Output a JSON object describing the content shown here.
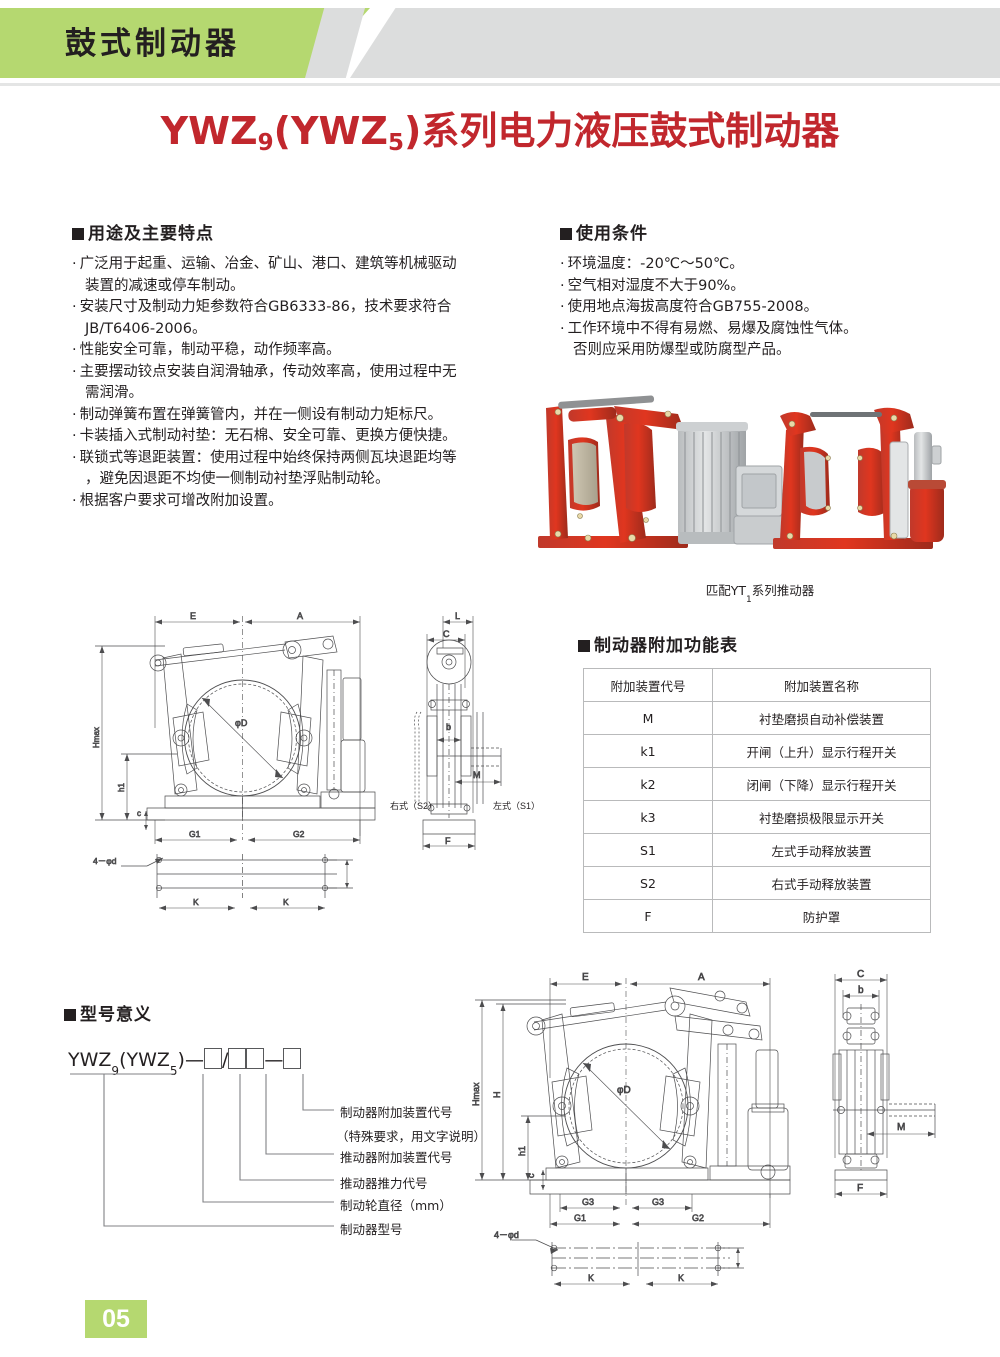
{
  "header": {
    "category_label": "鼓式制动器",
    "green_hex": "#b5d870",
    "gray_hex": "#dcdddd"
  },
  "main_title": {
    "part1": "YWZ",
    "sub1": "9",
    "part2": "(YWZ",
    "sub2": "5",
    "part3": ")系列电力液压鼓式制动器",
    "color_hex": "#c1272d"
  },
  "sections": {
    "features": {
      "heading": "用途及主要特点",
      "items": [
        "广泛用于起重、运输、冶金、矿山、港口、建筑等机械驱动",
        "装置的减速或停车制动。",
        "安装尺寸及制动力矩参数符合GB6333-86，技术要求符合",
        "JB/T6406-2006。",
        "性能安全可靠，制动平稳，动作频率高。",
        "主要摆动铰点安装自润滑轴承，传动效率高，使用过程中无",
        "需润滑。",
        "制动弹簧布置在弹簧管内，并在一侧设有制动力矩标尺。",
        "卡装插入式制动衬垫：无石棉、安全可靠、更换方便快捷。",
        "联锁式等退距装置：使用过程中始终保持两侧瓦块退距均等",
        "，避免因退距不均使一侧制动衬垫浮贴制动轮。",
        "根据客户要求可增改附加设置。"
      ],
      "continuation_flags": [
        false,
        true,
        false,
        true,
        false,
        false,
        true,
        false,
        false,
        false,
        true,
        false
      ]
    },
    "conditions": {
      "heading": "使用条件",
      "items": [
        "环境温度：-20℃～50℃。",
        "空气相对湿度不大于90%。",
        "使用地点海拔高度符合GB755-2008。",
        "工作环境中不得有易燃、易爆及腐蚀性气体。",
        "否则应采用防爆型或防腐型产品。"
      ],
      "continuation_flags": [
        false,
        false,
        false,
        false,
        true
      ]
    },
    "photo_caption": {
      "prefix": "匹配YT",
      "sub": "1",
      "suffix": "系列推动器"
    },
    "addfn_table": {
      "heading": "制动器附加功能表",
      "columns": [
        "附加装置代号",
        "附加装置名称"
      ],
      "rows": [
        [
          "M",
          "衬垫磨损自动补偿装置"
        ],
        [
          "k1",
          "开闸（上升）显示行程开关"
        ],
        [
          "k2",
          "闭闸（下降）显示行程开关"
        ],
        [
          "k3",
          "衬垫磨损极限显示开关"
        ],
        [
          "S1",
          "左式手动释放装置"
        ],
        [
          "S2",
          "右式手动释放装置"
        ],
        [
          "F",
          "防护罩"
        ]
      ]
    },
    "model_meaning": {
      "heading": "型号意义",
      "code_part1": "YWZ",
      "code_sub1": "9",
      "code_part2": "(YWZ",
      "code_sub2": "5",
      "code_part3": ")",
      "dash1": "—",
      "slash": "/",
      "dash2": "—",
      "labels": [
        "制动器附加装置代号",
        "（特殊要求，用文字说明）",
        "推动器附加装置代号",
        "推动器推力代号",
        "制动轮直径（mm）",
        "制动器型号"
      ]
    }
  },
  "drawing_top": {
    "dimension_labels": [
      "E",
      "A",
      "Hmax",
      "h1",
      "c",
      "φD",
      "G1",
      "G2",
      "K",
      "K",
      "4-φd",
      "L",
      "C",
      "b",
      "M",
      "F"
    ],
    "view_labels": [
      "右式（S2）",
      "左式（S1）"
    ]
  },
  "drawing_bottom": {
    "dimension_labels": [
      "E",
      "A",
      "Hmax",
      "H",
      "h1",
      "c",
      "φD",
      "G3",
      "G3",
      "G1",
      "G2",
      "K",
      "K",
      "4-φd",
      "C",
      "b",
      "M",
      "F"
    ]
  },
  "page_number": "05"
}
